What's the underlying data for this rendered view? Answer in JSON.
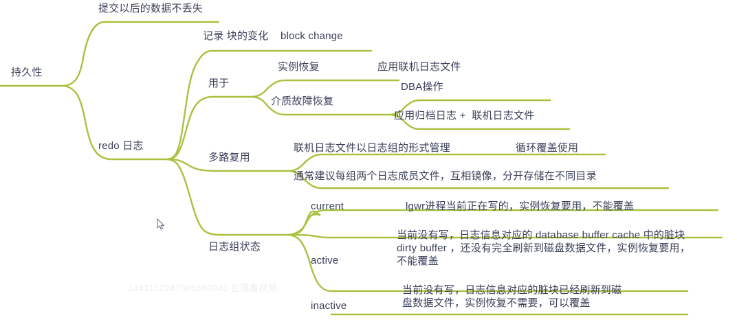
{
  "theme": {
    "branch_color": "#a8c23f",
    "text_color": "#3b405a",
    "background": "#ffffff",
    "watermark_color": "#eceef0"
  },
  "mindmap": {
    "root": {
      "label": "持久性"
    },
    "nodes": {
      "n_commit": "提交以后的数据不丢失",
      "n_redo": "redo 日志",
      "n_record": "记录 块的变化    block change",
      "n_usedfor": "用于",
      "n_instance_recovery": "实例恢复",
      "n_apply_online_log": "应用联机日志文件",
      "n_media_recovery": "介质故障恢复",
      "n_dba_op": "DBA操作",
      "n_apply_archive": "应用归档日志 +  联机日志文件",
      "n_multiplex": "多路复用",
      "n_log_group_mgmt": "联机日志文件以日志组的形式管理",
      "n_circular_reuse": "循环覆盖使用",
      "n_two_members": "通常建议每组两个日志成员文件，互相镜像，分开存储在不同目录",
      "n_group_status": "日志组状态",
      "n_current": "current",
      "n_current_desc": "lgwr进程当前正在写的，实例恢复要用，不能覆盖",
      "n_active": "active",
      "n_active_desc": "当前没有写，日志信息对应的 database buffer cache 中的脏块\ndirty buffer ，还没有完全刷新到磁盘数据文件，实例恢复要用，\n不能覆盖",
      "n_inactive": "inactive",
      "n_inactive_desc": "当前没有写，日志信息对应的脏块已经刷新到磁\n盘数据文件，实例恢复不需要，可以覆盖"
    }
  },
  "overlay": {
    "watermark": "1441152247605580941 在观看视频"
  }
}
